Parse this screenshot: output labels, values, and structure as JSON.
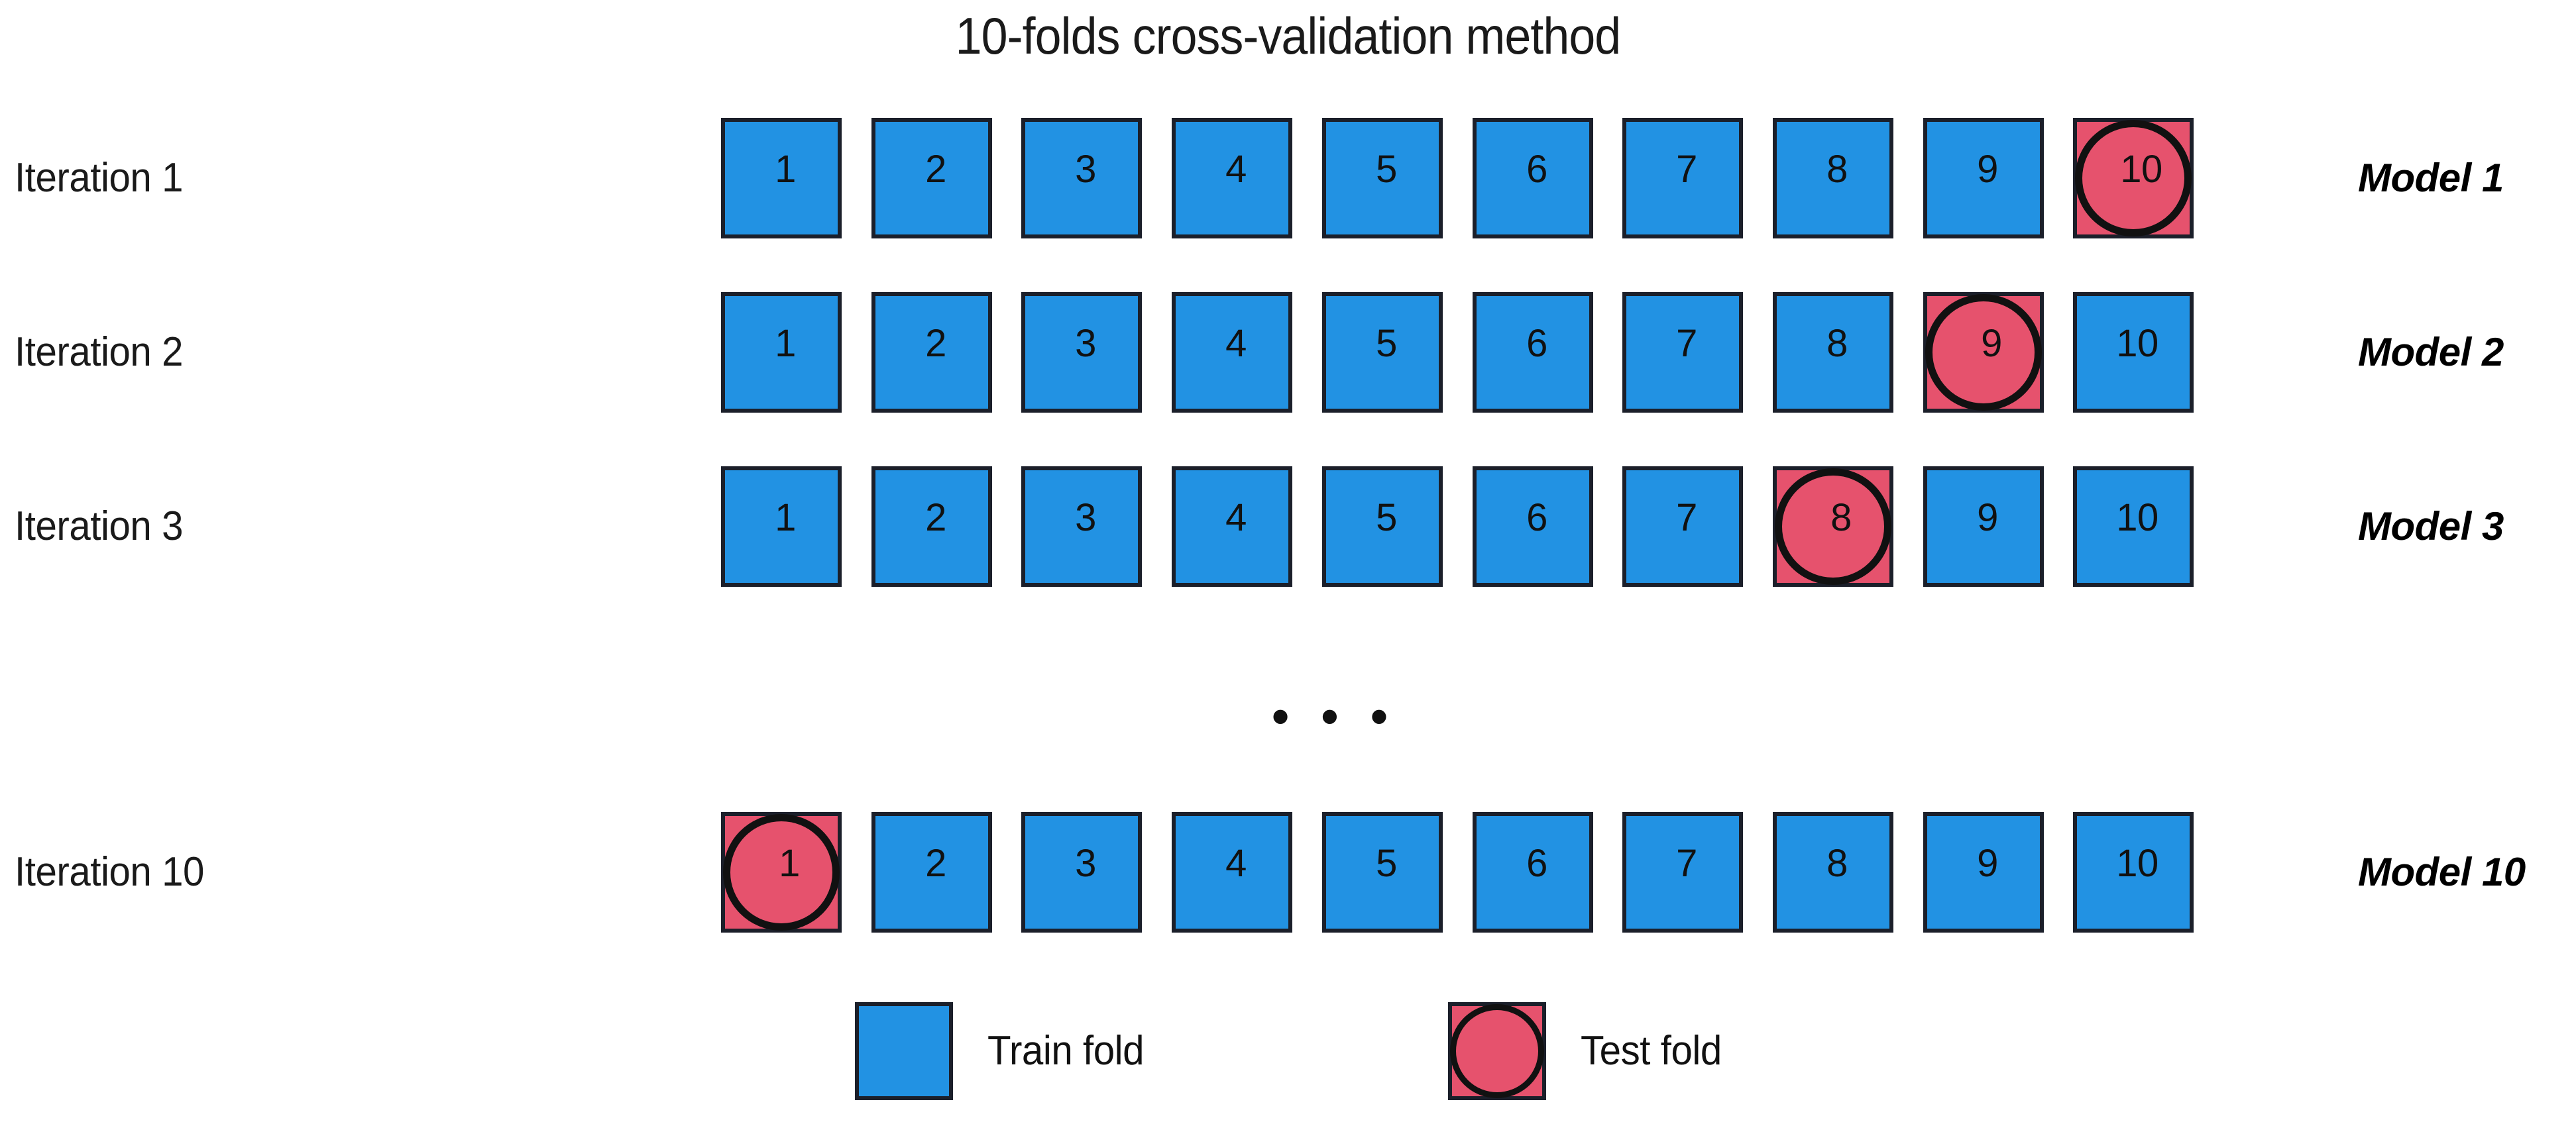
{
  "title": "10-folds cross-validation method",
  "ellipsis": "• • •",
  "colors": {
    "train_fill": "#2292e3",
    "test_fill": "#e6526d",
    "border": "#1b1f2a",
    "ring": "#111111",
    "text": "#1a1a1a",
    "background": "#ffffff"
  },
  "fold_count": 10,
  "rows": [
    {
      "iteration_label": "Iteration 1",
      "model_label": "Model 1",
      "test_fold": 10,
      "folds": [
        {
          "num": "1",
          "kind": "train"
        },
        {
          "num": "2",
          "kind": "train"
        },
        {
          "num": "3",
          "kind": "train"
        },
        {
          "num": "4",
          "kind": "train"
        },
        {
          "num": "5",
          "kind": "train"
        },
        {
          "num": "6",
          "kind": "train"
        },
        {
          "num": "7",
          "kind": "train"
        },
        {
          "num": "8",
          "kind": "train"
        },
        {
          "num": "9",
          "kind": "train"
        },
        {
          "num": "10",
          "kind": "test"
        }
      ]
    },
    {
      "iteration_label": "Iteration 2",
      "model_label": "Model 2",
      "test_fold": 9,
      "folds": [
        {
          "num": "1",
          "kind": "train"
        },
        {
          "num": "2",
          "kind": "train"
        },
        {
          "num": "3",
          "kind": "train"
        },
        {
          "num": "4",
          "kind": "train"
        },
        {
          "num": "5",
          "kind": "train"
        },
        {
          "num": "6",
          "kind": "train"
        },
        {
          "num": "7",
          "kind": "train"
        },
        {
          "num": "8",
          "kind": "train"
        },
        {
          "num": "9",
          "kind": "test"
        },
        {
          "num": "10",
          "kind": "train"
        }
      ]
    },
    {
      "iteration_label": "Iteration 3",
      "model_label": "Model 3",
      "test_fold": 8,
      "folds": [
        {
          "num": "1",
          "kind": "train"
        },
        {
          "num": "2",
          "kind": "train"
        },
        {
          "num": "3",
          "kind": "train"
        },
        {
          "num": "4",
          "kind": "train"
        },
        {
          "num": "5",
          "kind": "train"
        },
        {
          "num": "6",
          "kind": "train"
        },
        {
          "num": "7",
          "kind": "train"
        },
        {
          "num": "8",
          "kind": "test"
        },
        {
          "num": "9",
          "kind": "train"
        },
        {
          "num": "10",
          "kind": "train"
        }
      ]
    },
    {
      "iteration_label": "Iteration 10",
      "model_label": "Model 10",
      "test_fold": 1,
      "folds": [
        {
          "num": "1",
          "kind": "test"
        },
        {
          "num": "2",
          "kind": "train"
        },
        {
          "num": "3",
          "kind": "train"
        },
        {
          "num": "4",
          "kind": "train"
        },
        {
          "num": "5",
          "kind": "train"
        },
        {
          "num": "6",
          "kind": "train"
        },
        {
          "num": "7",
          "kind": "train"
        },
        {
          "num": "8",
          "kind": "train"
        },
        {
          "num": "9",
          "kind": "train"
        },
        {
          "num": "10",
          "kind": "train"
        }
      ]
    }
  ],
  "legend": {
    "train": {
      "label": "Train fold",
      "swatch": "train-fold-swatch"
    },
    "test": {
      "label": "Test fold",
      "swatch": "test-fold-swatch"
    }
  }
}
